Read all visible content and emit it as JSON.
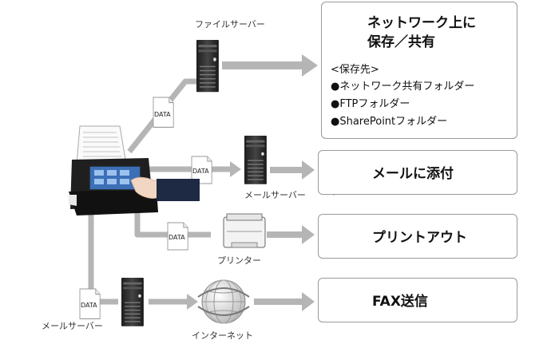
{
  "labels": {
    "file_server": "ファイルサーバー",
    "mail_server_mid": "メールサーバー",
    "printer": "プリンター",
    "mail_server_bottom": "メールサーバー",
    "internet": "インターネット",
    "data_tag": "DATA"
  },
  "network_box": {
    "title_line1": "ネットワーク上に",
    "title_line2": "保存／共有",
    "dest_header": "<保存先>",
    "destinations": [
      "●ネットワーク共有フォルダー",
      "●FTPフォルダー",
      "●SharePointフォルダー"
    ]
  },
  "mail_box": {
    "title": "メールに添付"
  },
  "print_box": {
    "title": "プリントアウト"
  },
  "fax_box": {
    "title": "FAX送信"
  },
  "icons": [
    "scanner-icon",
    "folder-icon",
    "envelope-icon",
    "printer-icon",
    "fax-icon",
    "globe-icon",
    "server-icon",
    "document-icon"
  ],
  "colors": {
    "arrow": "#b5b5b5",
    "box_border": "#9a9a9a",
    "server": "#2b2b2b"
  }
}
